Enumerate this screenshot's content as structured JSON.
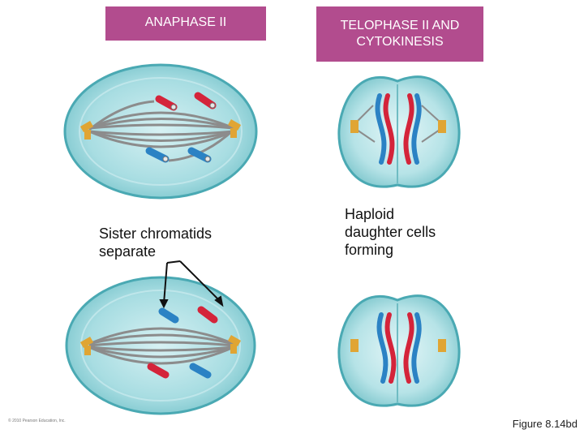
{
  "banners": {
    "anaphase": "ANAPHASE II",
    "telophase": "TELOPHASE II AND\nCYTOKINESIS"
  },
  "captions": {
    "sister": "Sister chromatids\nseparate",
    "haploid": "Haploid\ndaughter cells\nforming"
  },
  "footer": {
    "copyright": "© 2010 Pearson Education, Inc.",
    "figure": "Figure 8.14bd"
  },
  "colors": {
    "banner": "#b24c8e",
    "cell_fill": "#8fd3d8",
    "cell_outline": "#4aa9b3",
    "chromosome_red": "#d4243a",
    "chromosome_blue": "#2b82c4",
    "spindle": "#8c8c8c",
    "centrosome": "#e0a534"
  }
}
